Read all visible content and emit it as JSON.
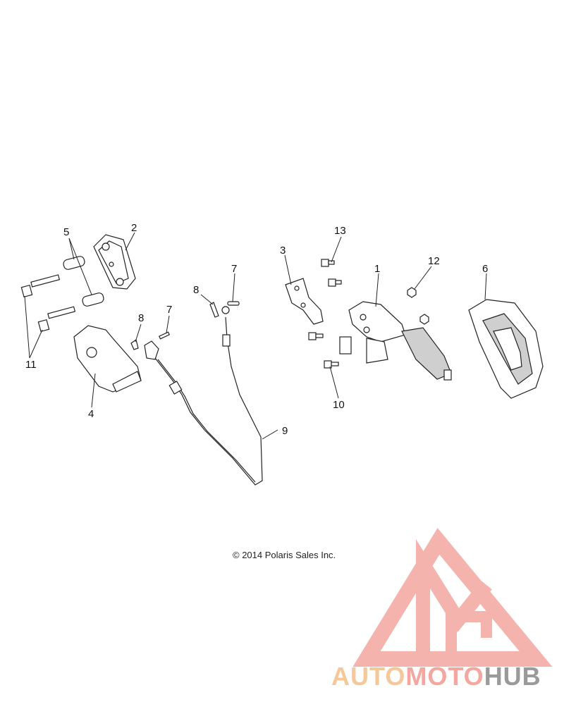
{
  "callouts": [
    {
      "id": "1",
      "text": "1"
    },
    {
      "id": "2",
      "text": "2"
    },
    {
      "id": "3",
      "text": "3"
    },
    {
      "id": "4",
      "text": "4"
    },
    {
      "id": "5",
      "text": "5"
    },
    {
      "id": "6",
      "text": "6"
    },
    {
      "id": "7a",
      "text": "7"
    },
    {
      "id": "7b",
      "text": "7"
    },
    {
      "id": "8a",
      "text": "8"
    },
    {
      "id": "8b",
      "text": "8"
    },
    {
      "id": "9",
      "text": "9"
    },
    {
      "id": "10",
      "text": "10"
    },
    {
      "id": "11",
      "text": "11"
    },
    {
      "id": "12",
      "text": "12"
    },
    {
      "id": "13",
      "text": "13"
    }
  ],
  "copyright": "© 2014 Polaris Sales Inc.",
  "watermark": {
    "part1": "AUTO",
    "part2": "MOTO",
    "part3": "HUB",
    "color_auto": "#f5c89a",
    "color_moto": "#f4a6a0",
    "color_hub": "#9a9a9a",
    "logo_color": "#f4a6a0"
  }
}
